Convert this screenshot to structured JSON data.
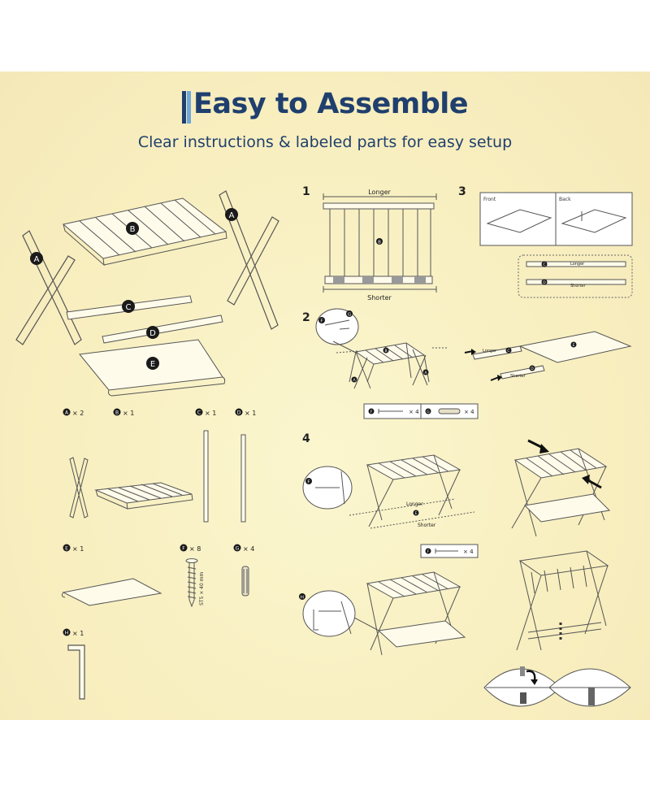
{
  "header": {
    "title": "Easy to Assemble",
    "subtitle": "Clear instructions & labeled parts for easy setup"
  },
  "exploded": {
    "labels": [
      "A",
      "B",
      "A",
      "C",
      "D",
      "E"
    ]
  },
  "parts": [
    {
      "letter": "A",
      "qty": "× 2"
    },
    {
      "letter": "B",
      "qty": "× 1"
    },
    {
      "letter": "C",
      "qty": "× 1"
    },
    {
      "letter": "D",
      "qty": "× 1"
    },
    {
      "letter": "E",
      "qty": "× 1"
    },
    {
      "letter": "F",
      "qty": "× 8"
    },
    {
      "letter": "G",
      "qty": "× 4"
    },
    {
      "letter": "H",
      "qty": "× 1"
    }
  ],
  "screw_spec": "ST5 × 40 mm",
  "steps": {
    "step1": {
      "number": "1",
      "top_label": "Longer",
      "bottom_label": "Shorter",
      "part": "B"
    },
    "step2": {
      "number": "2",
      "callout_f": "F",
      "callout_g": "G",
      "frame_a1": "A",
      "frame_a2": "A",
      "seat_b": "B",
      "longer_label": "Longer",
      "shorter_label": "Shorter",
      "c": "C",
      "d": "D",
      "e": "E",
      "hardware_f": "F",
      "hardware_f_qty": "× 4",
      "hardware_g": "G",
      "hardware_g_qty": "× 4"
    },
    "step3": {
      "number": "3",
      "front": "Front",
      "back": "Back",
      "c": "C",
      "c_label": "Longer",
      "d": "D",
      "d_label": "Shorter"
    },
    "step4": {
      "number": "4",
      "callout_f": "F",
      "longer": "Longer",
      "e": "E",
      "shorter": "Shorter",
      "hardware_f": "F",
      "hardware_qty": "× 4",
      "callout_h": "H"
    }
  },
  "colors": {
    "title": "#1f3f6e",
    "accent": "#6fa8dc",
    "badge": "#1a1a1a",
    "background": "#f8efc0"
  }
}
